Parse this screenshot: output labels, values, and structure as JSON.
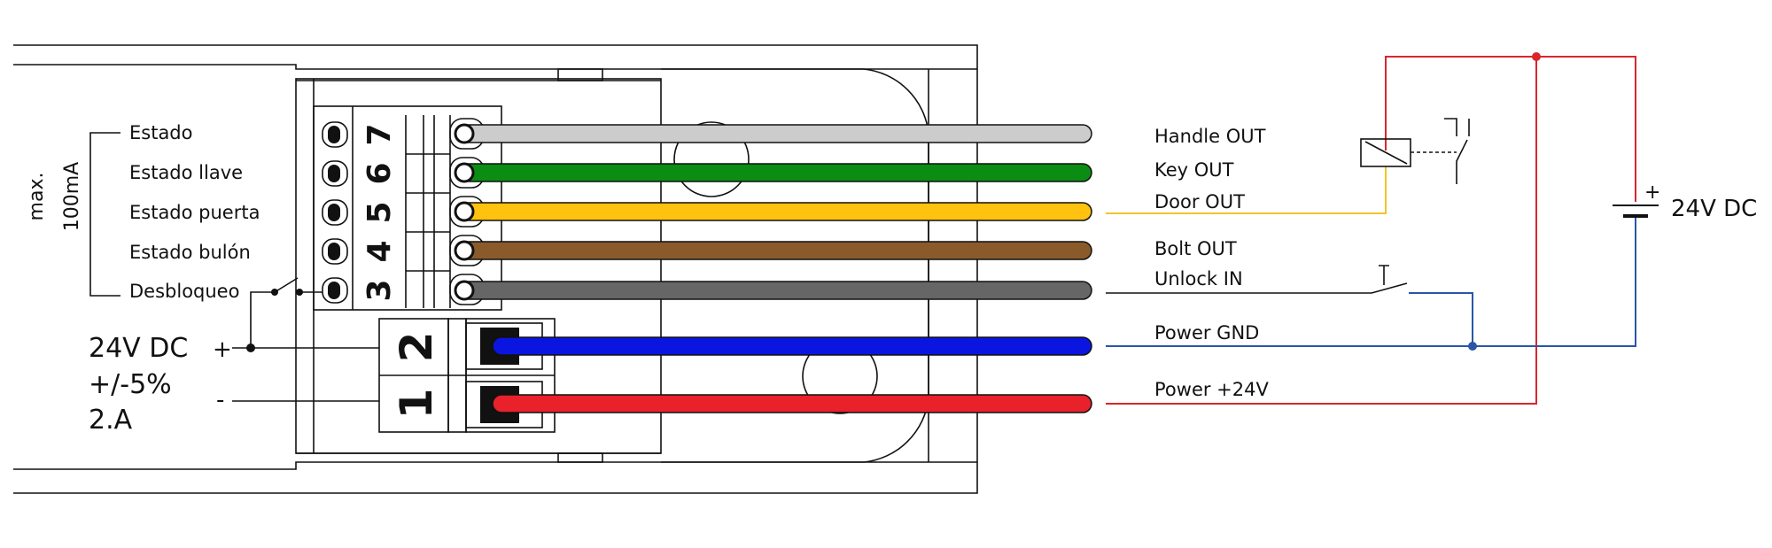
{
  "left_labels": {
    "max": "max.",
    "current": "100mA",
    "estado": "Estado",
    "estado_llave": "Estado llave",
    "estado_puerta": "Estado puerta",
    "estado_bulon": "Estado bulón",
    "desbloqueo": "Desbloqueo"
  },
  "supply": {
    "voltage": "24V DC",
    "tolerance": "+/-5%",
    "current": "2.A",
    "plus": "+",
    "minus": "-"
  },
  "terminals": {
    "t7": "7",
    "t6": "6",
    "t5": "5",
    "t4": "4",
    "t3": "3",
    "t2": "2",
    "t1": "1"
  },
  "wire_labels": {
    "handle_out": "Handle OUT",
    "key_out": "Key OUT",
    "door_out": "Door OUT",
    "bolt_out": "Bolt OUT",
    "unlock_in": "Unlock IN",
    "power_gnd": "Power GND",
    "power_24v": "Power +24V"
  },
  "source": {
    "plus": "+",
    "label": "24V DC"
  },
  "colors": {
    "handle": "#cccccc",
    "key": "#0b8c12",
    "door": "#ffc20e",
    "bolt": "#8b5a2b",
    "unlock": "#666666",
    "gnd": "#0a16e0",
    "pos": "#e8212b",
    "red_line": "#d9262e",
    "blue_line": "#2a55a8",
    "yellow_line": "#f0c52a"
  }
}
